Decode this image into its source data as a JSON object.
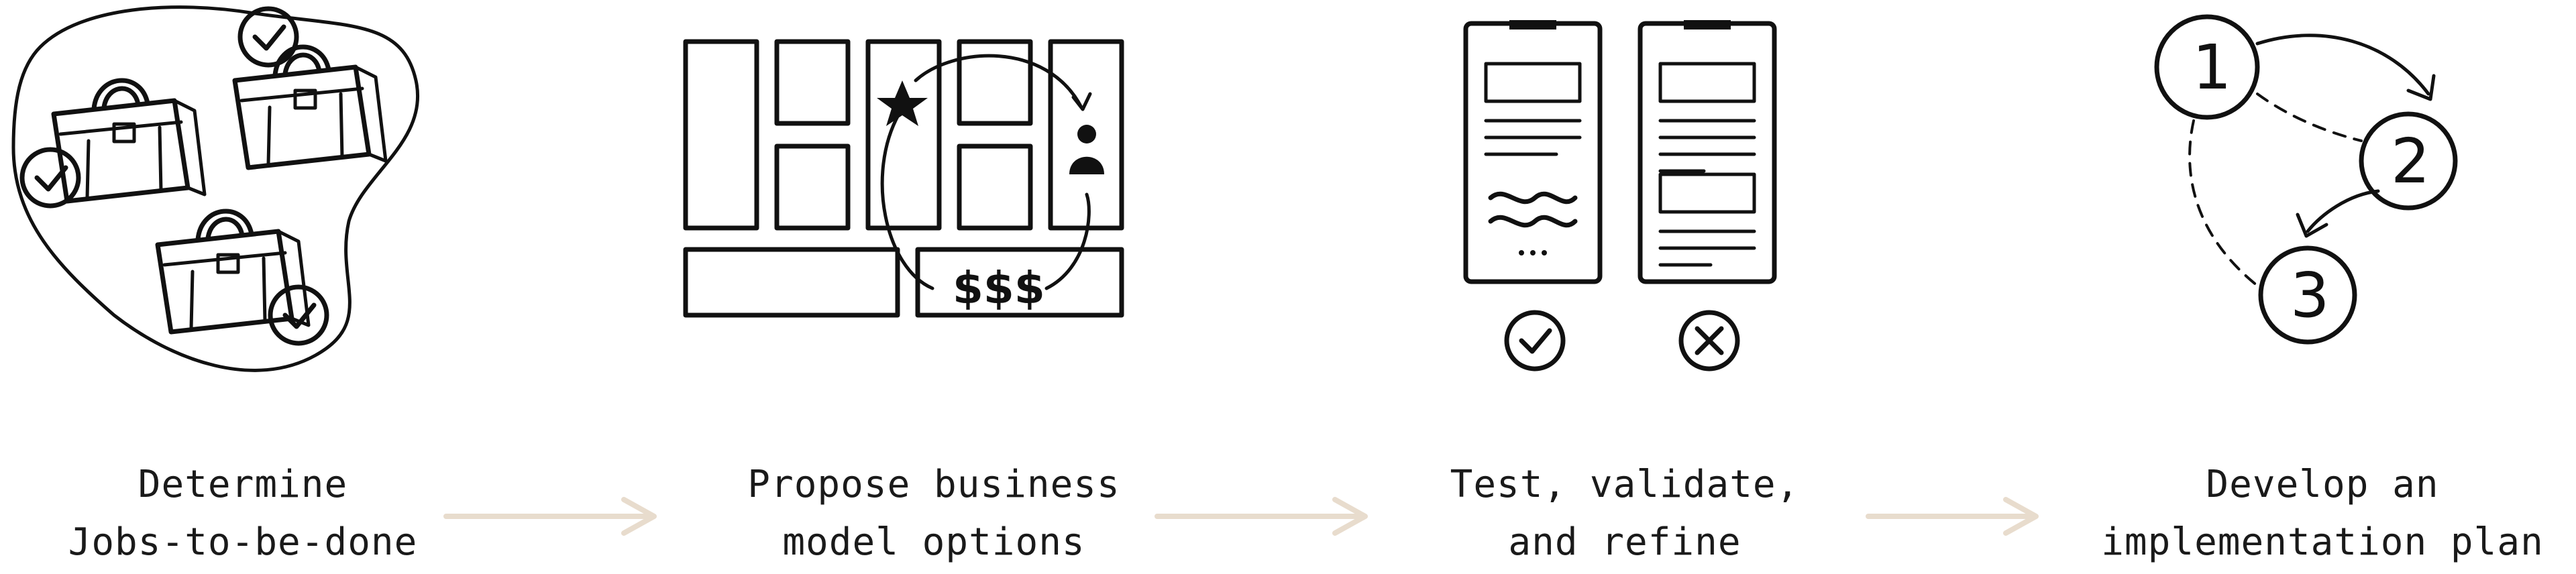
{
  "steps": [
    {
      "label": "Determine\nJobs-to-be-done",
      "icon": "briefcases-checked-icon"
    },
    {
      "label": "Propose business\nmodel options",
      "icon": "business-model-canvas-icon"
    },
    {
      "label": "Test, validate,\nand refine",
      "icon": "phone-ab-test-icon"
    },
    {
      "label": "Develop an\nimplementation plan",
      "icon": "numbered-steps-icon"
    }
  ],
  "illustration_text": {
    "currency": "$$$",
    "step_numbers": [
      "1",
      "2",
      "3"
    ]
  },
  "colors": {
    "ink": "#111111",
    "arrow": "#e8dccd",
    "text": "#1a1a1a",
    "background": "#ffffff"
  }
}
